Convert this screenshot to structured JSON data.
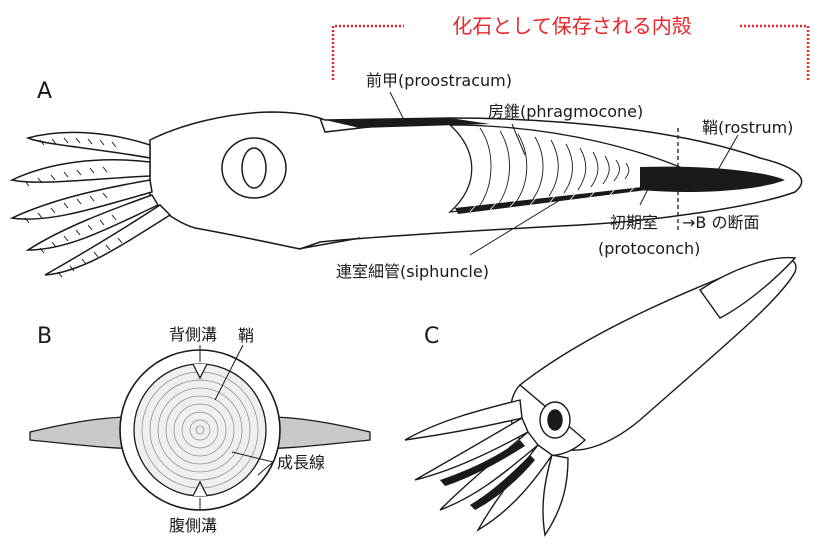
{
  "header": {
    "bracket_title": "化石として保存される内殻",
    "accent_color": "#e8262b"
  },
  "panels": {
    "a": "A",
    "b": "B",
    "c": "C"
  },
  "panel_a": {
    "proostracum": "前甲(proostracum)",
    "phragmocone": "房錐(phragmocone)",
    "rostrum": "鞘(rostrum)",
    "protoconch_jp": "初期室",
    "protoconch_en": "(protoconch)",
    "section_ref": "→B の断面",
    "siphuncle": "連室細管(siphuncle)"
  },
  "panel_b": {
    "dorsal_groove": "背側溝",
    "sheath": "鞘",
    "growth_lines": "成長線",
    "ventral_groove": "腹側溝"
  }
}
